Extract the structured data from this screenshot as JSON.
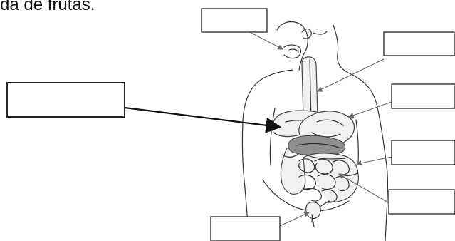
{
  "header": {
    "fragment_text": "da de frutas."
  },
  "diagram": {
    "labels": [
      {
        "id": "label-mouth",
        "text": ""
      },
      {
        "id": "label-esophagus",
        "text": ""
      },
      {
        "id": "label-liver",
        "text": ""
      },
      {
        "id": "label-stomach",
        "text": ""
      },
      {
        "id": "label-large-intestine",
        "text": ""
      },
      {
        "id": "label-small-intestine",
        "text": ""
      },
      {
        "id": "label-anus",
        "text": ""
      }
    ]
  }
}
